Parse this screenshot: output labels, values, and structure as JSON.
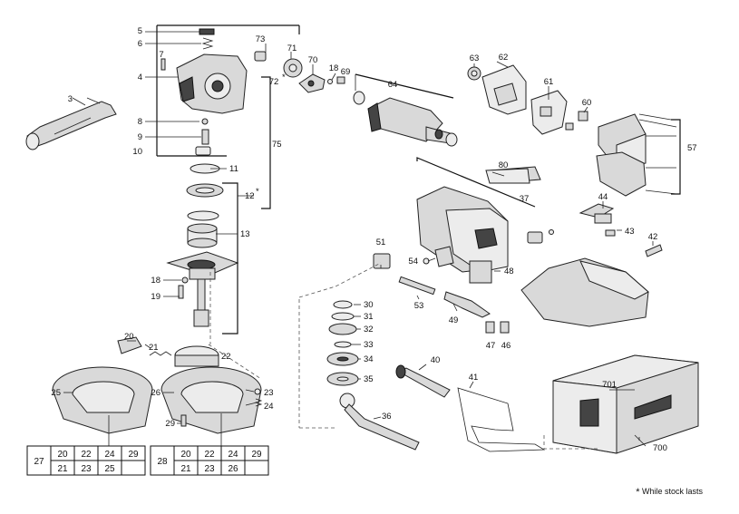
{
  "labels": {
    "l5": "5",
    "l6": "6",
    "l7": "7",
    "l4": "4",
    "l3": "3",
    "l8": "8",
    "l9": "9",
    "l10": "10",
    "l11": "11",
    "l12": "12",
    "l12star": "*",
    "l13": "13",
    "l18a": "18",
    "l19": "19",
    "l20": "20",
    "l21": "21",
    "l22": "22",
    "l25": "25",
    "l26": "26",
    "l23": "23",
    "l24": "24",
    "l29": "29",
    "l73": "73",
    "l71": "71",
    "l72": "72",
    "l72star": "*",
    "l75": "75",
    "l70": "70",
    "l18b": "18",
    "l69": "69",
    "l64": "64",
    "l63": "63",
    "l62": "62",
    "l61": "61",
    "l60": "60",
    "l57": "57",
    "l80": "80",
    "l37": "37",
    "l44": "44",
    "l43": "43",
    "l42": "42",
    "l51": "51",
    "l54": "54",
    "l48": "48",
    "l53": "53",
    "l49": "49",
    "l47": "47",
    "l46": "46",
    "l30": "30",
    "l31": "31",
    "l32": "32",
    "l33": "33",
    "l34": "34",
    "l35": "35",
    "l36": "36",
    "l40": "40",
    "l41": "41",
    "l701": "701",
    "l700": "700"
  },
  "table1": {
    "id": "27",
    "rows": [
      [
        "20",
        "22",
        "24",
        "29"
      ],
      [
        "21",
        "23",
        "25",
        ""
      ]
    ]
  },
  "table2": {
    "id": "28",
    "rows": [
      [
        "20",
        "22",
        "24",
        "29"
      ],
      [
        "21",
        "23",
        "26",
        ""
      ]
    ]
  },
  "footnote": {
    "star": "*",
    "text": " While stock lasts"
  }
}
